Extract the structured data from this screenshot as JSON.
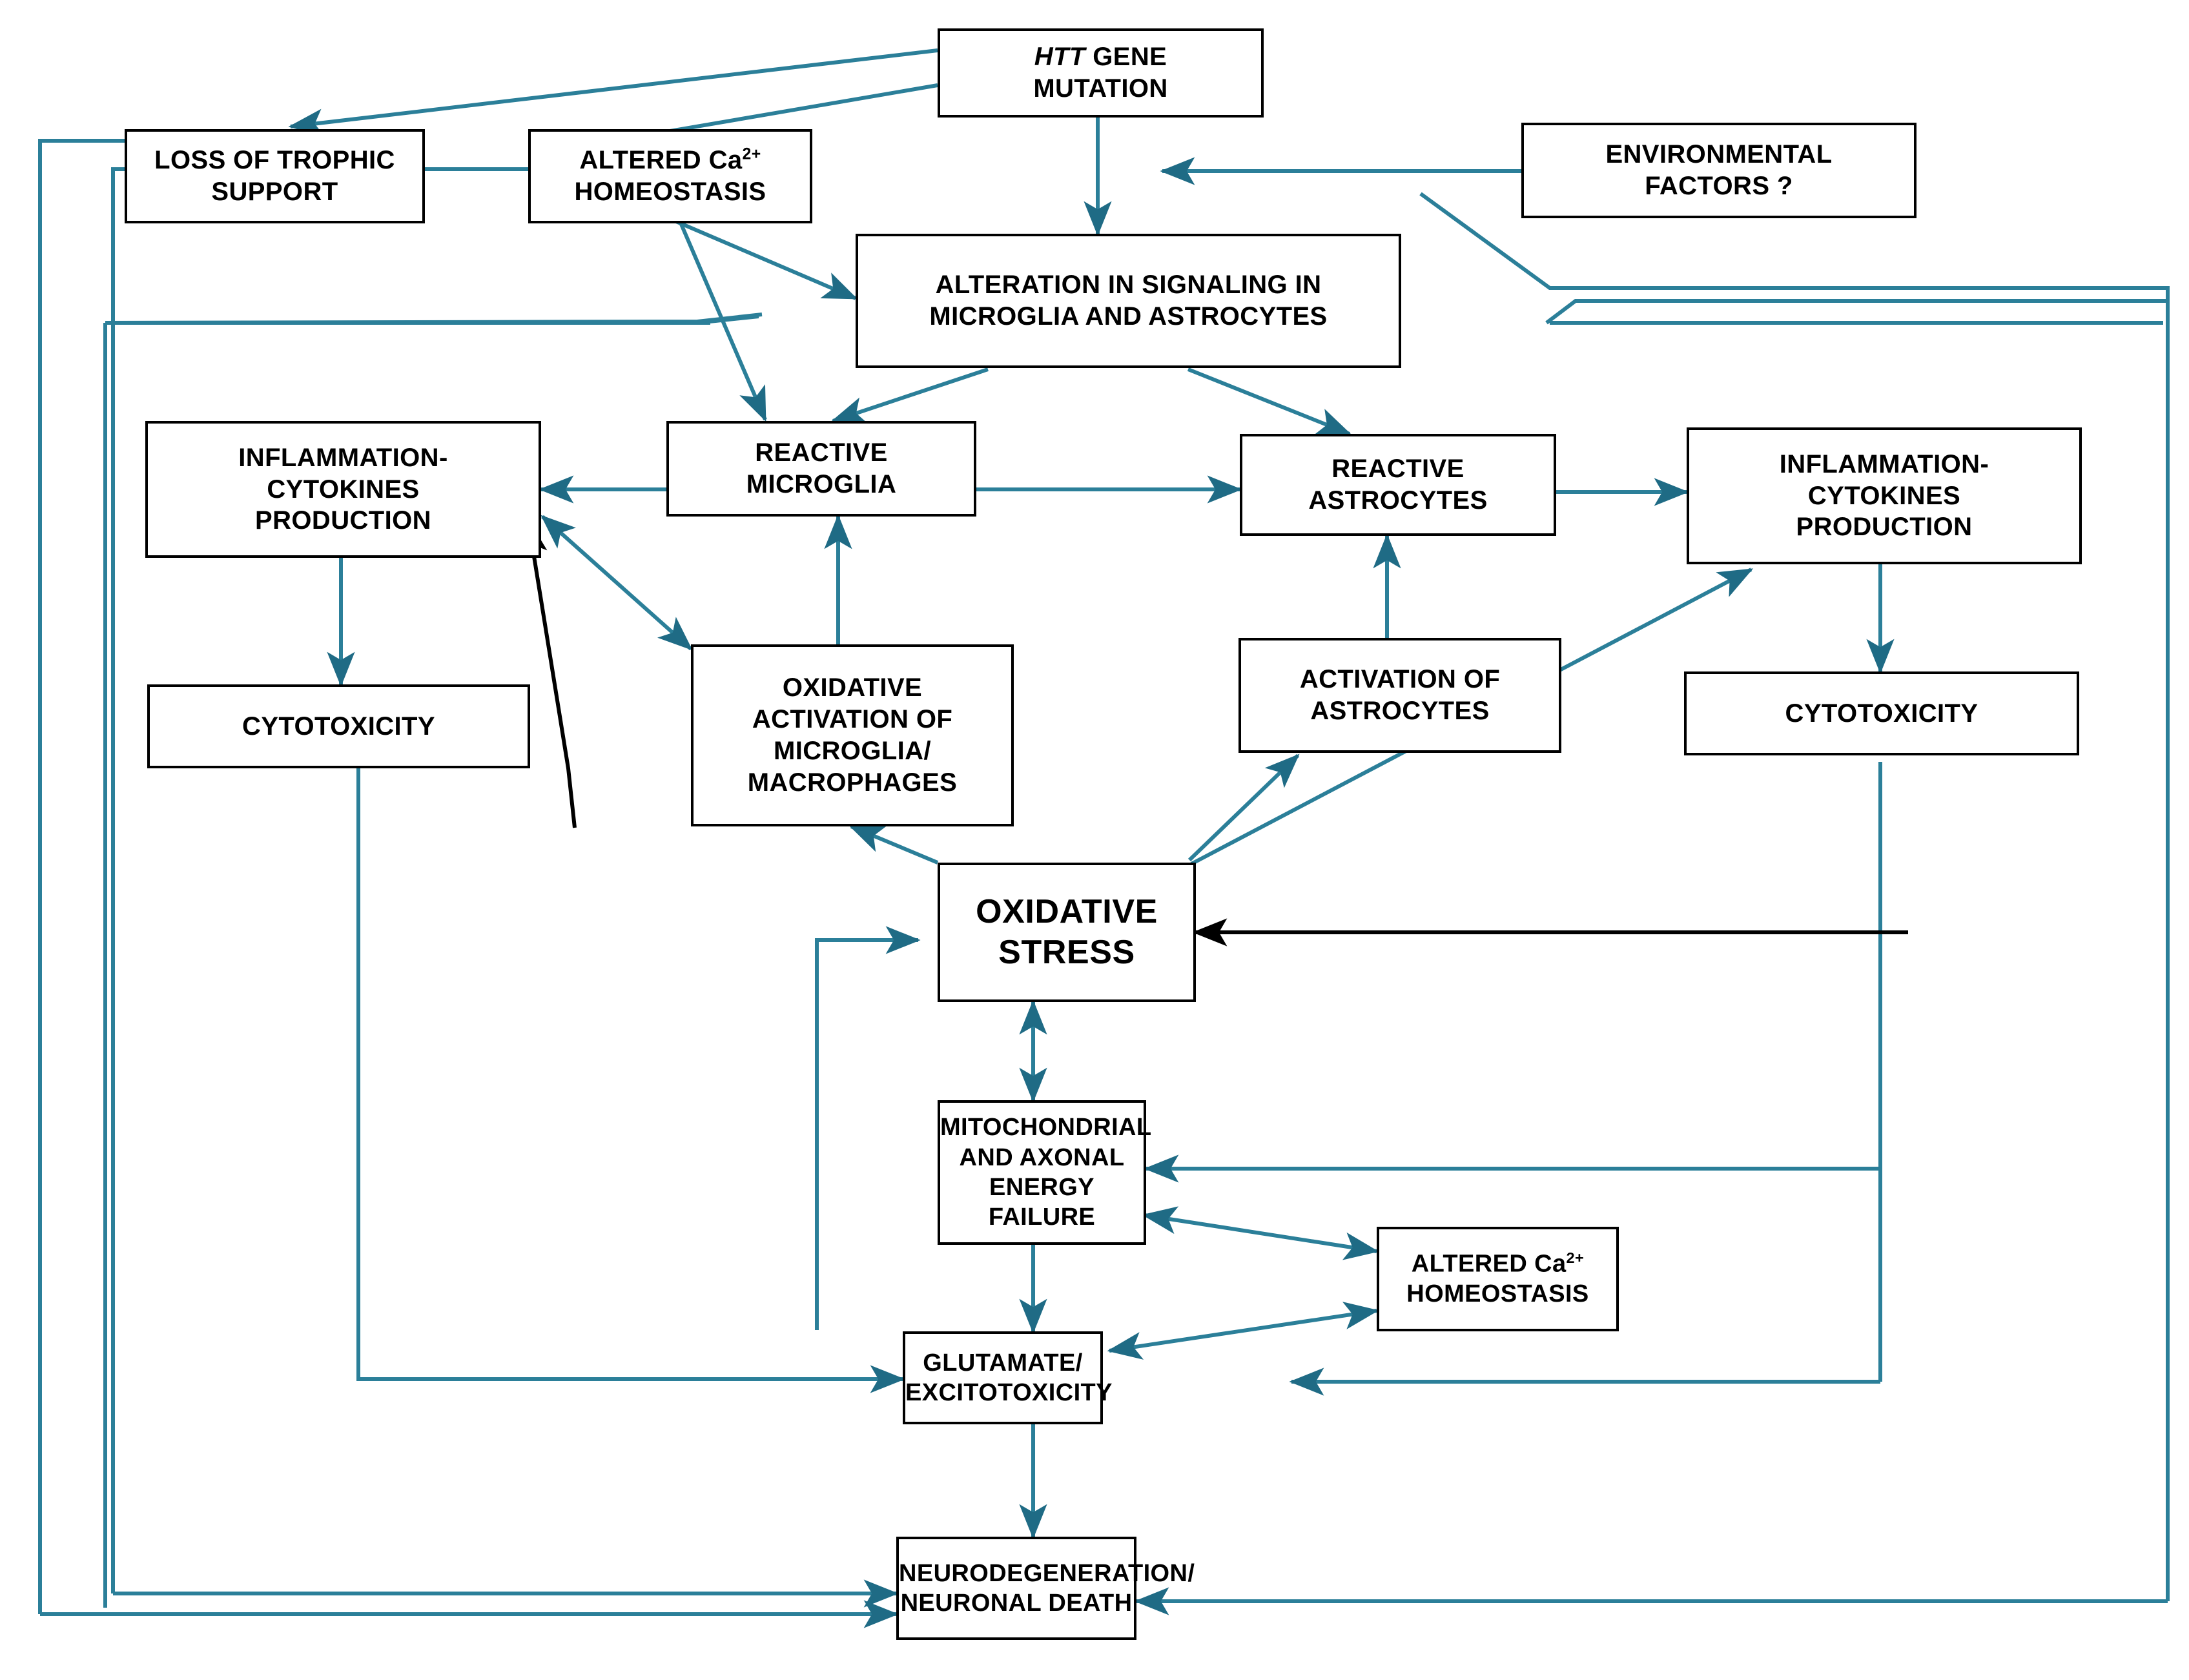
{
  "diagram": {
    "title": "Pathogenic mechanisms in Huntington's disease",
    "edge_color_teal": "#2b7f99",
    "edge_color_black": "#000000",
    "box_border_color": "#000000",
    "background": "#ffffff"
  },
  "nodes": {
    "htt_gene_mutation": {
      "line1": "HTT",
      "line1_style": "italic",
      "line1_rest": " GENE",
      "line2": "MUTATION"
    },
    "loss_of_trophic_support": {
      "line1": "LOSS OF TROPHIC",
      "line2": "SUPPORT"
    },
    "altered_ca_homeostasis_top": {
      "line1_pre": "ALTERED Ca",
      "line1_sup": "2+",
      "line2": "HOMEOSTASIS"
    },
    "environmental_factors": {
      "line1": "ENVIRONMENTAL",
      "line2": "FACTORS ?"
    },
    "alteration_in_signaling": {
      "line1": "ALTERATION IN SIGNALING IN",
      "line2": "MICROGLIA AND ASTROCYTES"
    },
    "inflammation_cytokines_left": {
      "line1": "INFLAMMATION-",
      "line2": "CYTOKINES",
      "line3": "PRODUCTION"
    },
    "reactive_microglia": {
      "line1": "REACTIVE",
      "line2": "MICROGLIA"
    },
    "reactive_astrocytes": {
      "line1": "REACTIVE",
      "line2": "ASTROCYTES"
    },
    "inflammation_cytokines_right": {
      "line1": "INFLAMMATION-",
      "line2": "CYTOKINES",
      "line3": "PRODUCTION"
    },
    "cytotoxicity_left": {
      "line1": "CYTOTOXICITY"
    },
    "oxidative_activation_microglia": {
      "line1": "OXIDATIVE",
      "line2": "ACTIVATION OF",
      "line3": "MICROGLIA/",
      "line4": "MACROPHAGES"
    },
    "activation_of_astrocytes": {
      "line1": "ACTIVATION OF",
      "line2": "ASTROCYTES"
    },
    "cytotoxicity_right": {
      "line1": "CYTOTOXICITY"
    },
    "oxidative_stress": {
      "line1": "OXIDATIVE",
      "line2": "STRESS"
    },
    "mitochondrial_energy_failure": {
      "line1": "MITOCHONDRIAL",
      "line2": "AND AXONAL",
      "line3": "ENERGY FAILURE"
    },
    "altered_ca_homeostasis_bottom": {
      "line1_pre": "ALTERED Ca",
      "line1_sup": "2+",
      "line2": "HOMEOSTASIS"
    },
    "glutamate_excitotoxicity": {
      "line1": "GLUTAMATE/",
      "line2": "EXCITOTOXICITY"
    },
    "neurodegeneration": {
      "line1": "NEURODEGENERATION/",
      "line2": "NEURONAL DEATH"
    }
  },
  "edges": [
    {
      "from": "htt_gene_mutation",
      "to": "loss_of_trophic_support"
    },
    {
      "from": "htt_gene_mutation",
      "to": "altered_ca_homeostasis_top"
    },
    {
      "from": "htt_gene_mutation",
      "to": "alteration_in_signaling"
    },
    {
      "from": "environmental_factors",
      "to": "alteration_in_signaling"
    },
    {
      "from": "altered_ca_homeostasis_top",
      "to": "alteration_in_signaling"
    },
    {
      "from": "altered_ca_homeostasis_top",
      "to": "reactive_microglia"
    },
    {
      "from": "alteration_in_signaling",
      "to": "reactive_microglia"
    },
    {
      "from": "alteration_in_signaling",
      "to": "reactive_astrocytes"
    },
    {
      "from": "reactive_microglia",
      "to": "inflammation_cytokines_left"
    },
    {
      "from": "reactive_microglia",
      "to": "reactive_astrocytes"
    },
    {
      "from": "reactive_astrocytes",
      "to": "inflammation_cytokines_right"
    },
    {
      "from": "inflammation_cytokines_left",
      "to": "cytotoxicity_left"
    },
    {
      "from": "inflammation_cytokines_right",
      "to": "cytotoxicity_right"
    },
    {
      "from": "oxidative_activation_microglia",
      "to": "reactive_microglia"
    },
    {
      "from": "oxidative_activation_microglia",
      "to": "inflammation_cytokines_left",
      "style": "double-headed"
    },
    {
      "from": "activation_of_astrocytes",
      "to": "reactive_astrocytes"
    },
    {
      "from": "oxidative_stress",
      "to": "oxidative_activation_microglia"
    },
    {
      "from": "oxidative_stress",
      "to": "inflammation_cytokines_left"
    },
    {
      "from": "oxidative_stress",
      "to": "activation_of_astrocytes"
    },
    {
      "from": "oxidative_stress",
      "to": "inflammation_cytokines_right"
    },
    {
      "from": "oxidative_stress",
      "to": "mitochondrial_energy_failure",
      "style": "double-headed"
    },
    {
      "from": "mitochondrial_energy_failure",
      "to": "altered_ca_homeostasis_bottom",
      "style": "double-headed"
    },
    {
      "from": "mitochondrial_energy_failure",
      "to": "glutamate_excitotoxicity"
    },
    {
      "from": "altered_ca_homeostasis_bottom",
      "to": "glutamate_excitotoxicity",
      "style": "double-headed"
    },
    {
      "from": "glutamate_excitotoxicity",
      "to": "neurodegeneration"
    },
    {
      "from": "glutamate_excitotoxicity",
      "to": "oxidative_stress"
    },
    {
      "from": "cytotoxicity_left",
      "to": "glutamate_excitotoxicity"
    },
    {
      "from": "cytotoxicity_right",
      "to": "glutamate_excitotoxicity"
    },
    {
      "from": "neurodegeneration",
      "to": "loss_of_trophic_support",
      "style": "feedback"
    },
    {
      "from": "neurodegeneration",
      "to": "inflammation_cytokines_left",
      "style": "feedback"
    },
    {
      "from": "neurodegeneration",
      "to": "inflammation_cytokines_right",
      "style": "feedback"
    },
    {
      "from": "cytotoxicity_right",
      "to": "oxidative_stress",
      "style": "black"
    },
    {
      "from": "cytotoxicity_right",
      "to": "mitochondrial_energy_failure"
    }
  ]
}
